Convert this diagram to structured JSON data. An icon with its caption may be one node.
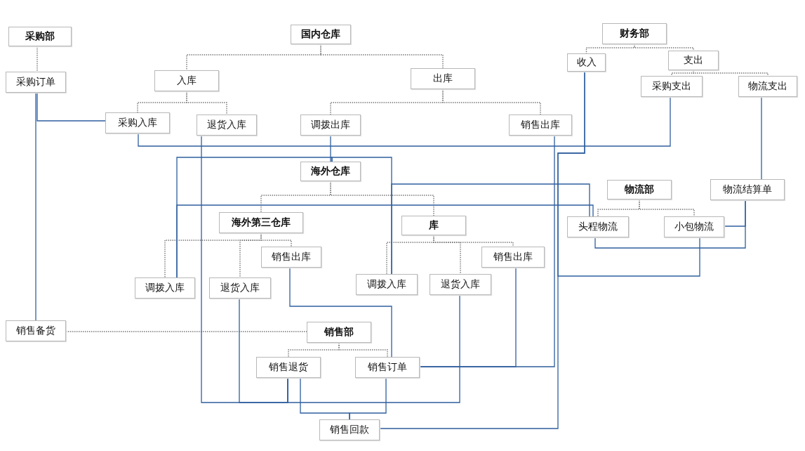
{
  "diagram": {
    "nodes": [
      {
        "text": [
          "采购部"
        ]
      },
      {
        "text": [
          "采购订单"
        ]
      },
      {
        "text": [
          "国内仓库"
        ]
      },
      {
        "text": [
          "入库"
        ]
      },
      {
        "text": [
          "出库"
        ]
      },
      {
        "text": [
          "采购入库"
        ]
      },
      {
        "text": [
          "退货入库"
        ]
      },
      {
        "text": [
          "调拨出库"
        ]
      },
      {
        "text": [
          "销售出库"
        ]
      },
      {
        "text": [
          "财务部"
        ]
      },
      {
        "text": [
          "收入"
        ]
      },
      {
        "text": [
          "支出"
        ]
      },
      {
        "text": [
          "采购支出"
        ]
      },
      {
        "text": [
          "物流支出"
        ]
      },
      {
        "text": [
          "海外仓库"
        ]
      },
      {
        "text": [
          "物流部"
        ]
      },
      {
        "text": [
          "物流结算单"
        ]
      },
      {
        "text": [
          "头程物流"
        ]
      },
      {
        "text": [
          "小包物流"
        ]
      },
      {
        "text": [
          "海外第三仓库"
        ]
      },
      {
        "text": [
          "库"
        ]
      },
      {
        "text": [
          "销售出库"
        ]
      },
      {
        "text": [
          "调拨入库"
        ]
      },
      {
        "text": [
          "退货入库"
        ]
      },
      {
        "text": [
          "调拨入库"
        ]
      },
      {
        "text": [
          "退货入库"
        ]
      },
      {
        "text": [
          "销售出库"
        ]
      },
      {
        "text": [
          "销售备货"
        ]
      },
      {
        "text": [
          "销售部"
        ]
      },
      {
        "text": [
          "销售退货"
        ]
      },
      {
        "text": [
          "销售订单"
        ]
      },
      {
        "text": [
          "销售回款"
        ]
      }
    ],
    "edges": [
      {
        "from": 0,
        "to": 1,
        "arrow": "none",
        "style": "dashed"
      },
      {
        "from": 2,
        "to": 3,
        "arrow": "none",
        "style": "dashed"
      },
      {
        "from": 2,
        "to": 4,
        "arrow": "none",
        "style": "dashed"
      },
      {
        "from": 3,
        "to": 5,
        "arrow": "none",
        "style": "dashed"
      },
      {
        "from": 3,
        "to": 6,
        "arrow": "none",
        "style": "dashed"
      },
      {
        "from": 4,
        "to": 7,
        "arrow": "none",
        "style": "dashed"
      },
      {
        "from": 4,
        "to": 8,
        "arrow": "none",
        "style": "dashed"
      },
      {
        "from": 9,
        "to": 10,
        "arrow": "none",
        "style": "dashed"
      },
      {
        "from": 9,
        "to": 11,
        "arrow": "none",
        "style": "dashed"
      },
      {
        "from": 11,
        "to": 12,
        "arrow": "none",
        "style": "dashed"
      },
      {
        "from": 11,
        "to": 13,
        "arrow": "none",
        "style": "dashed"
      },
      {
        "from": 14,
        "to": 19,
        "arrow": "none",
        "style": "dashed"
      },
      {
        "from": 14,
        "to": 20,
        "arrow": "none",
        "style": "dashed"
      },
      {
        "from": 19,
        "to": 21,
        "arrow": "none",
        "style": "dashed"
      },
      {
        "from": 19,
        "to": 22,
        "arrow": "none",
        "style": "dashed"
      },
      {
        "from": 19,
        "to": 23,
        "arrow": "none",
        "style": "dashed"
      },
      {
        "from": 20,
        "to": 24,
        "arrow": "none",
        "style": "dashed"
      },
      {
        "from": 20,
        "to": 25,
        "arrow": "none",
        "style": "dashed"
      },
      {
        "from": 20,
        "to": 26,
        "arrow": "none",
        "style": "dashed"
      },
      {
        "from": 15,
        "to": 17,
        "arrow": "none",
        "style": "dashed"
      },
      {
        "from": 15,
        "to": 18,
        "arrow": "none",
        "style": "dashed"
      },
      {
        "from": 27,
        "to": 28,
        "arrow": "none",
        "style": "dashed"
      },
      {
        "from": 28,
        "to": 29,
        "arrow": "none",
        "style": "dashed"
      },
      {
        "from": 28,
        "to": 30,
        "arrow": "none",
        "style": "dashed"
      },
      {
        "from": 1,
        "to": 5,
        "arrow": "none",
        "color": "#2f5f9f"
      },
      {
        "from": 1,
        "to": 27,
        "arrow": "none",
        "color": "#2f5f9f"
      },
      {
        "from": 5,
        "to": 12,
        "arrow": "none",
        "color": "#2f5f9f"
      },
      {
        "from": 7,
        "to": 14,
        "arrow": "none",
        "color": "#2f5f9f"
      },
      {
        "from": 14,
        "to": 22,
        "arrow": "none",
        "color": "#2f5f9f"
      },
      {
        "from": 14,
        "to": 24,
        "arrow": "none",
        "color": "#2f5f9f"
      },
      {
        "from": 24,
        "to": 17,
        "arrow": "none",
        "color": "#2f5f9f"
      },
      {
        "from": 22,
        "to": 17,
        "arrow": "none",
        "color": "#2f5f9f"
      },
      {
        "from": 6,
        "to": 29,
        "arrow": "none",
        "color": "#2f5f9f"
      },
      {
        "from": 23,
        "to": 29,
        "arrow": "none",
        "color": "#2f5f9f"
      },
      {
        "from": 25,
        "to": 29,
        "arrow": "none",
        "color": "#2f5f9f"
      },
      {
        "from": 29,
        "to": 31,
        "arrow": "none",
        "color": "#2f5f9f"
      },
      {
        "from": 30,
        "to": 31,
        "arrow": "none",
        "color": "#2f5f9f"
      },
      {
        "from": 21,
        "to": 30,
        "arrow": "none",
        "color": "#2f5f9f"
      },
      {
        "from": 26,
        "to": 30,
        "arrow": "none",
        "color": "#2f5f9f"
      },
      {
        "from": 8,
        "to": 30,
        "arrow": "none",
        "color": "#2f5f9f"
      },
      {
        "from": 31,
        "to": 10,
        "arrow": "none",
        "color": "#2f5f9f"
      },
      {
        "from": 18,
        "to": 10,
        "arrow": "none",
        "color": "#2f5f9f"
      },
      {
        "from": 17,
        "to": 16,
        "arrow": "none",
        "color": "#2f5f9f"
      },
      {
        "from": 18,
        "to": 16,
        "arrow": "none",
        "color": "#2f5f9f"
      },
      {
        "from": 13,
        "to": 16,
        "arrow": "none",
        "color": "#2f5f9f"
      }
    ]
  }
}
